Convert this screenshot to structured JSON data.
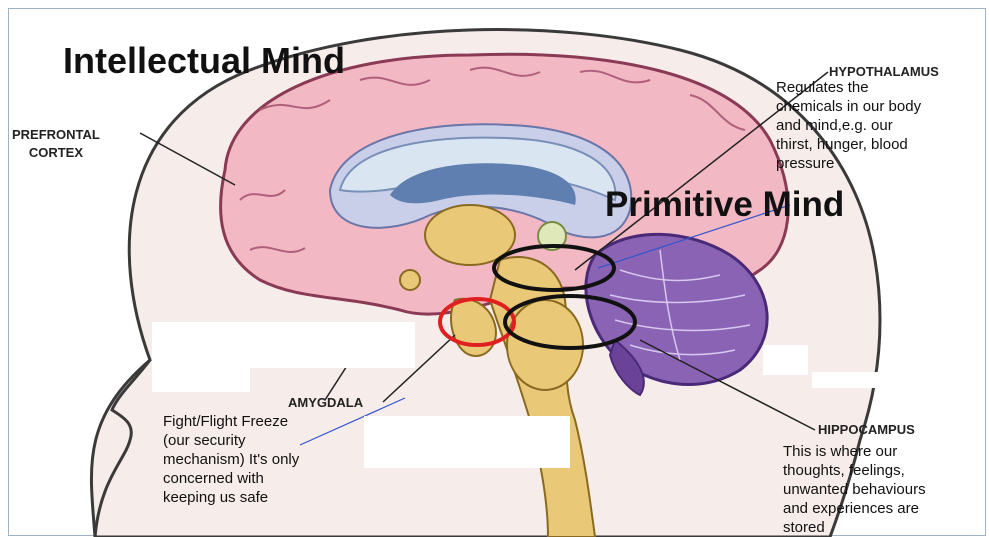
{
  "titles": {
    "intellectual": "Intellectual Mind",
    "primitive": "Primitive Mind"
  },
  "labels": {
    "prefrontal_line1": "PREFRONTAL",
    "prefrontal_line2": "CORTEX",
    "hypothalamus": "HYPOTHALAMUS",
    "amygdala": "AMYGDALA",
    "hippocampus": "HIPPOCAMPUS"
  },
  "descriptions": {
    "hypothalamus": [
      "Regulates the",
      "chemicals in our body",
      "and mind,e.g. our",
      "thirst, hunger, blood",
      "pressure"
    ],
    "amygdala": [
      "Fight/Flight Freeze",
      "(our security",
      "mechanism) It's only",
      "concerned with",
      "keeping us safe"
    ],
    "hippocampus": [
      "This is where our",
      "thoughts, feelings,",
      "unwanted behaviours",
      "and experiences are",
      "stored"
    ]
  },
  "colors": {
    "cortex": "#f2b8c4",
    "cortex_outline": "#8a3a55",
    "ventricle": "#5f7fb0",
    "corpus_callosum": "#d9e6f2",
    "brainstem": "#e9c978",
    "cerebellum": "#8a63b5",
    "head": "#f6ece9",
    "circle_red": "#e02020",
    "circle_black": "#111111"
  }
}
